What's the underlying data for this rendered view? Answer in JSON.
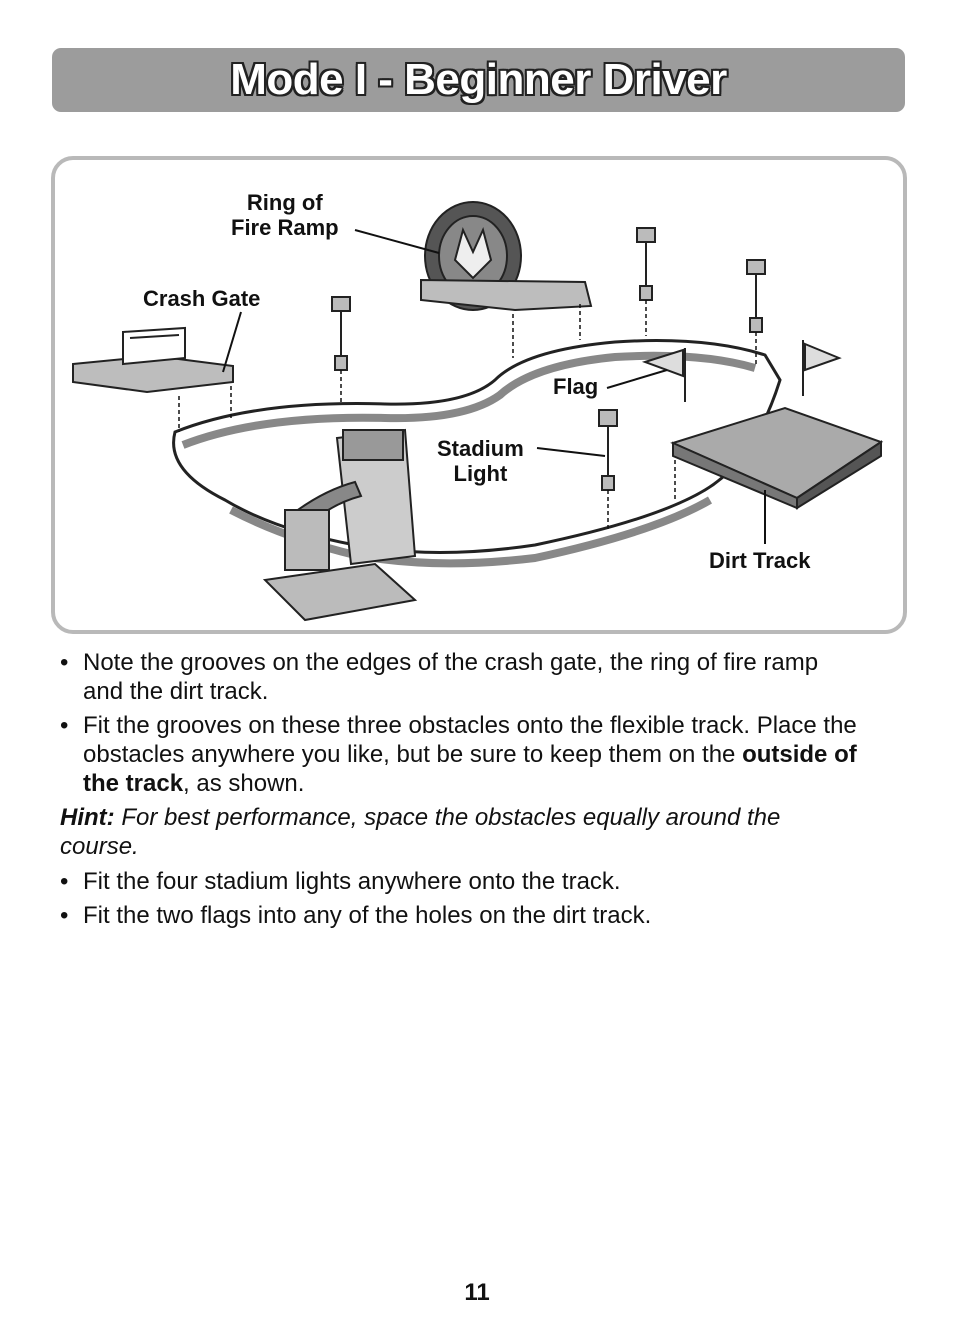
{
  "title": "Mode I - Beginner Driver",
  "illustration": {
    "labels": {
      "ring_of_fire_line1": "Ring of",
      "ring_of_fire_line2": "Fire Ramp",
      "crash_gate": "Crash Gate",
      "flag": "Flag",
      "stadium_light_line1": "Stadium",
      "stadium_light_line2": "Light",
      "dirt_track": "Dirt Track"
    }
  },
  "bullets_top": [
    "Note the grooves on the edges of the crash gate, the ring of fire ramp and the dirt track.",
    {
      "before": "Fit the grooves on these three obstacles onto the flexible track. Place the obstacles anywhere you like, but be sure to keep them on the ",
      "bold": "outside of the track",
      "after": ", as shown."
    }
  ],
  "hint": {
    "label": "Hint:",
    "text": " For best performance, space the obstacles equally around the course."
  },
  "bullets_bottom": [
    "Fit the four stadium lights anywhere onto the track.",
    "Fit the two flags into any of the holes on the dirt track."
  ],
  "bullet_symbol": "•",
  "page_number": "11"
}
